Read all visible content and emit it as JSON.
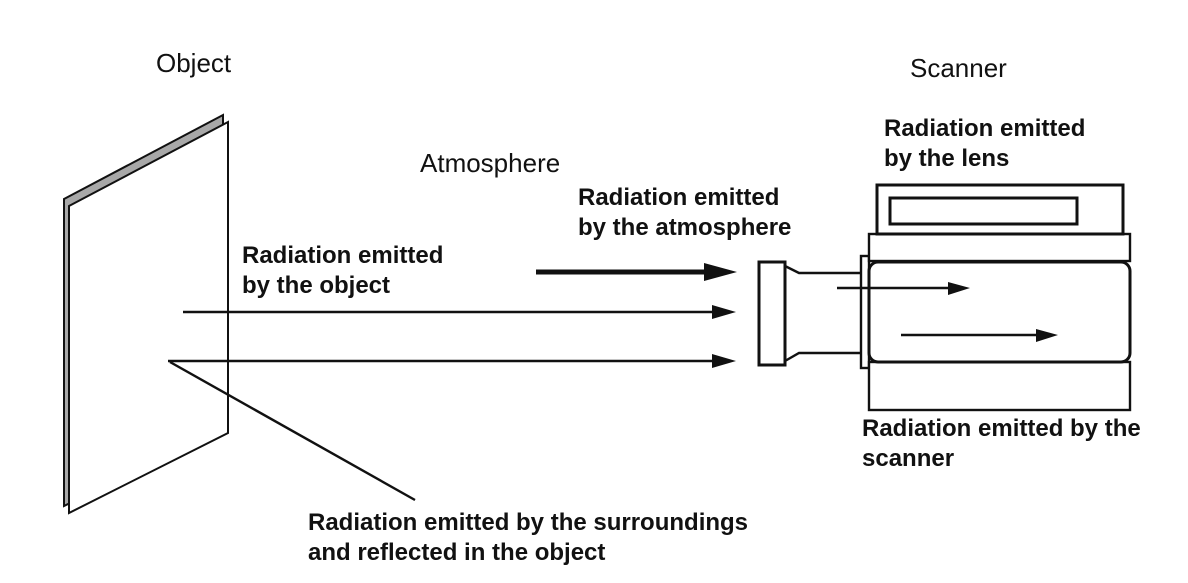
{
  "colors": {
    "background": "#ffffff",
    "ink": "#111111",
    "plate_edge_fill": "#a8a8a8"
  },
  "labels": {
    "object": "Object",
    "atmosphere": "Atmosphere",
    "scanner": "Scanner",
    "radiation_object": {
      "line1": "Radiation emitted",
      "line2": "by the object"
    },
    "radiation_atmosphere": {
      "line1": "Radiation emitted",
      "line2": "by the atmosphere"
    },
    "radiation_lens": {
      "line1": "Radiation emitted",
      "line2": "by the lens"
    },
    "radiation_scanner": {
      "line1": "Radiation emitted by the",
      "line2": "scanner"
    },
    "radiation_surroundings": {
      "line1": "Radiation emitted by the surroundings",
      "line2": "and reflected in the object"
    }
  }
}
